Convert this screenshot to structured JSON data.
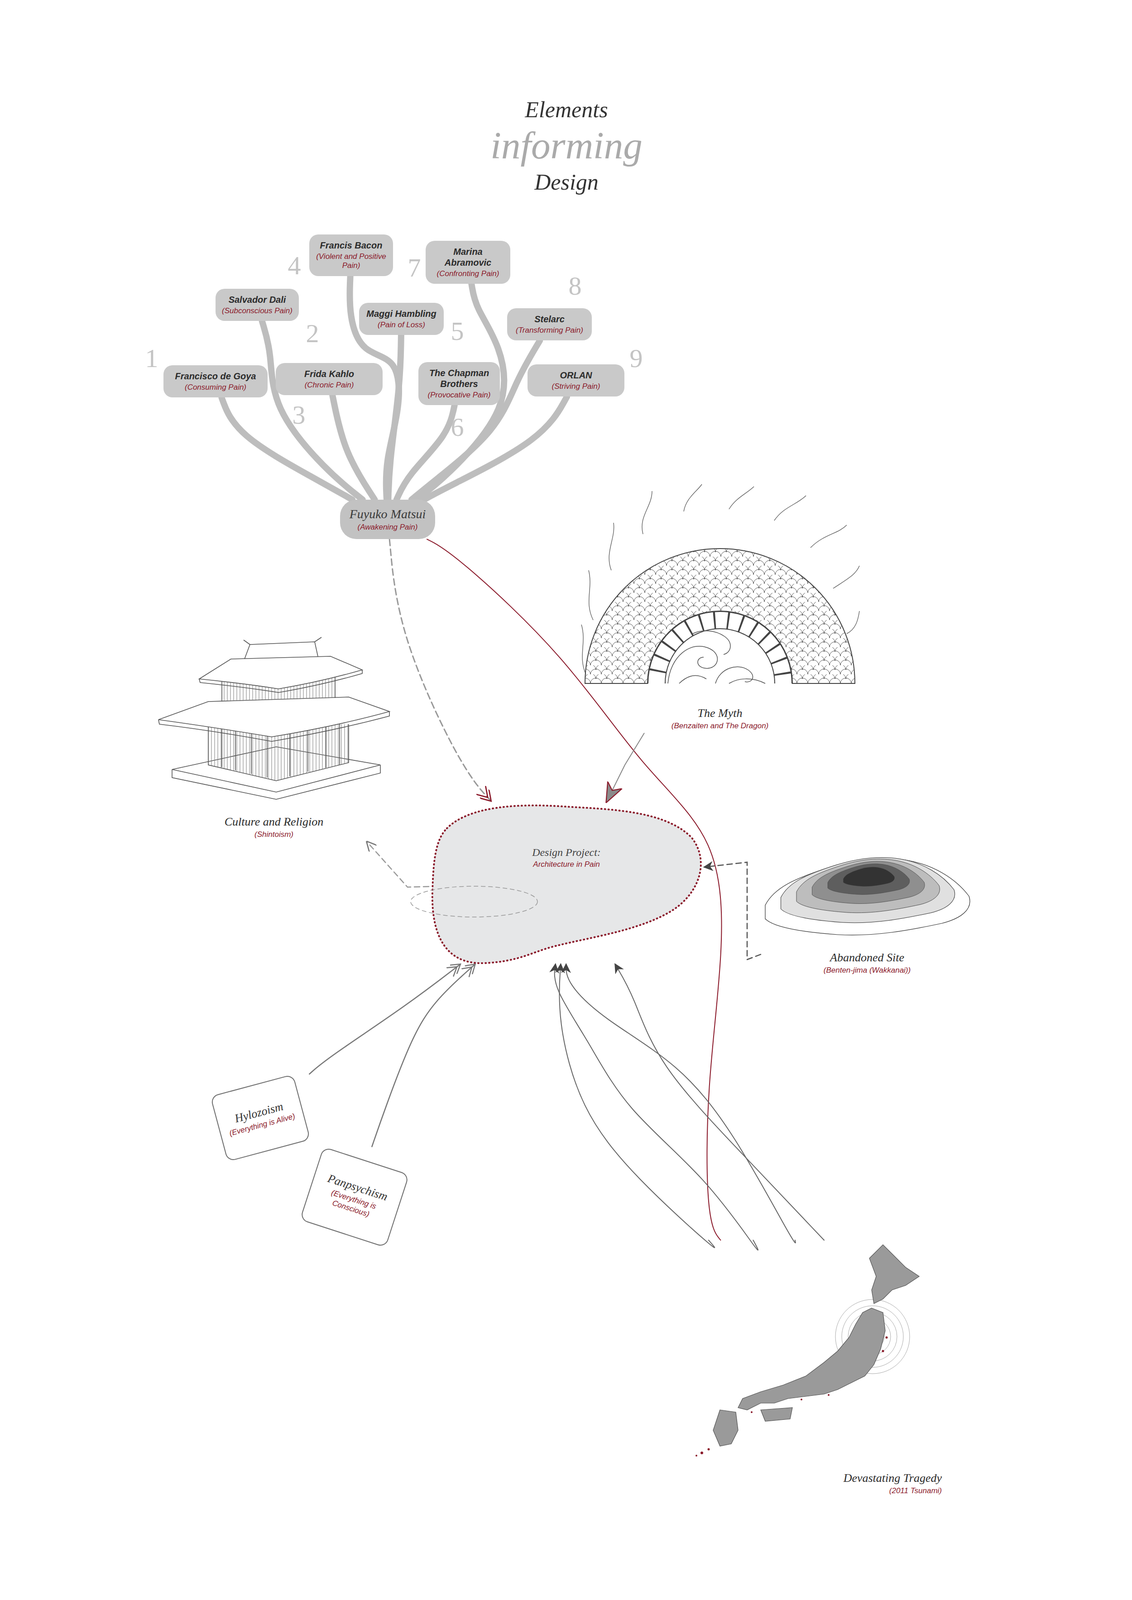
{
  "diagram": {
    "title": "Elements",
    "nodes": [
      {
        "text": [
          "Francisco de Goya",
          "(Consuming Pain)"
        ]
      },
      {
        "text": [
          "Salvador Dali",
          "(Subconscious Pain)"
        ]
      },
      {
        "text": [
          "Frida Kahlo",
          "(Chronic Pain)"
        ]
      },
      {
        "text": [
          "Francis Bacon",
          "(Violent and Positive Pain)"
        ]
      },
      {
        "text": [
          "Maggi Hambling",
          "(Pain of Loss)"
        ]
      },
      {
        "text": [
          "The Chapman Brothers",
          "(Provocative Pain)"
        ]
      },
      {
        "text": [
          "Marina Abramovic",
          "(Confronting Pain)"
        ]
      },
      {
        "text": [
          "Stelarc",
          "(Transforming Pain)"
        ]
      },
      {
        "text": [
          "ORLAN",
          "(Striving Pain)"
        ]
      },
      {
        "text": [
          "Fuyuko Matsui",
          "(Awakening Pain)"
        ]
      },
      {
        "text": [
          "Design Project:",
          "Architecture in Pain"
        ]
      },
      {
        "text": [
          "Culture and Religion",
          "(Shintoism)"
        ]
      },
      {
        "text": [
          "The Myth",
          "(Benzaiten and The Dragon)"
        ]
      },
      {
        "text": [
          "Abandoned Site",
          "(Benten-jima (Wakkanai))"
        ]
      },
      {
        "text": [
          "Hylozoism",
          "(Everything is Alive)"
        ]
      },
      {
        "text": [
          "Panpsychism",
          "(Everything is Conscious)"
        ]
      },
      {
        "text": [
          "Devastating Tragedy",
          "(2011 Tsunami)"
        ]
      }
    ],
    "edges": [
      {
        "from": 0,
        "to": 9,
        "arrow": "none"
      },
      {
        "from": 1,
        "to": 9,
        "arrow": "none"
      },
      {
        "from": 2,
        "to": 9,
        "arrow": "none"
      },
      {
        "from": 3,
        "to": 9,
        "arrow": "none"
      },
      {
        "from": 4,
        "to": 9,
        "arrow": "none"
      },
      {
        "from": 5,
        "to": 9,
        "arrow": "none"
      },
      {
        "from": 6,
        "to": 9,
        "arrow": "none"
      },
      {
        "from": 7,
        "to": 9,
        "arrow": "none"
      },
      {
        "from": 8,
        "to": 9,
        "arrow": "none"
      },
      {
        "from": 9,
        "to": 10,
        "arrow": "to"
      },
      {
        "from": 9,
        "to": 16,
        "arrow": "none"
      },
      {
        "from": 10,
        "to": 11,
        "arrow": "to"
      },
      {
        "from": 12,
        "to": 10,
        "arrow": "to"
      },
      {
        "from": 13,
        "to": 10,
        "arrow": "to"
      },
      {
        "from": 14,
        "to": 10,
        "arrow": "to"
      },
      {
        "from": 15,
        "to": 10,
        "arrow": "to"
      },
      {
        "from": 16,
        "to": 10,
        "arrow": "to"
      },
      {
        "from": 16,
        "to": 10,
        "arrow": "to"
      },
      {
        "from": 16,
        "to": 10,
        "arrow": "to"
      },
      {
        "from": 16,
        "to": 10,
        "arrow": "to"
      }
    ],
    "labels": [
      "informing",
      "Design",
      "1",
      "2",
      "3",
      "4",
      "5",
      "6",
      "7",
      "8",
      "9"
    ]
  }
}
